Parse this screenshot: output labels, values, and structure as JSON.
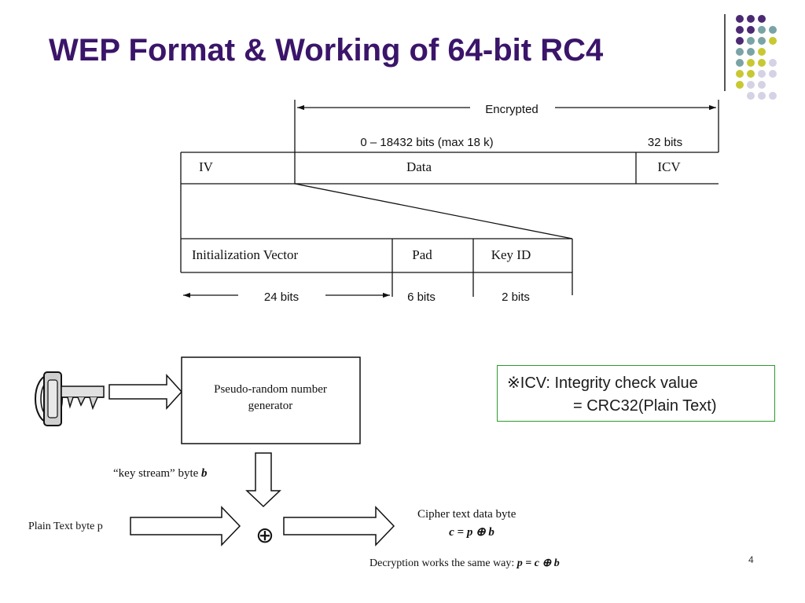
{
  "slide": {
    "title": "WEP Format & Working of 64-bit RC4",
    "page_number": "4"
  },
  "frame_diagram": {
    "encrypted_label": "Encrypted",
    "data_size_label": "0 – 18432 bits (max 18 k)",
    "icv_size_label": "32 bits",
    "fields": {
      "iv": "IV",
      "data": "Data",
      "icv": "ICV"
    },
    "iv_fields": {
      "init_vector": "Initialization Vector",
      "pad": "Pad",
      "key_id": "Key ID"
    },
    "iv_sizes": {
      "init_vector": "24 bits",
      "pad": "6 bits",
      "key_id": "2 bits"
    }
  },
  "rc4_diagram": {
    "prng_line1": "Pseudo-random number",
    "prng_line2": "generator",
    "keystream_text": "“key stream”  byte ",
    "keystream_var": "b",
    "plaintext_label": "Plain Text byte p",
    "xor_symbol": "⊕",
    "cipher_label": "Cipher text data byte",
    "cipher_eq": "c = p ⊕ b",
    "decryption_text": "Decryption works the same way: ",
    "decryption_eq": "p = c ⊕ b"
  },
  "note": {
    "line1": "※ICV: Integrity check value",
    "line2": "= CRC32(Plain Text)"
  },
  "colors": {
    "title": "#3a1569",
    "note_border": "#2e9a2e",
    "dot_purple": "#4b2a73",
    "dot_teal": "#7aa3a5",
    "dot_olive": "#c8c832",
    "dot_lavender": "#d4d2e4"
  },
  "icons": {
    "key": "key-icon",
    "decoration": "dot-grid"
  }
}
